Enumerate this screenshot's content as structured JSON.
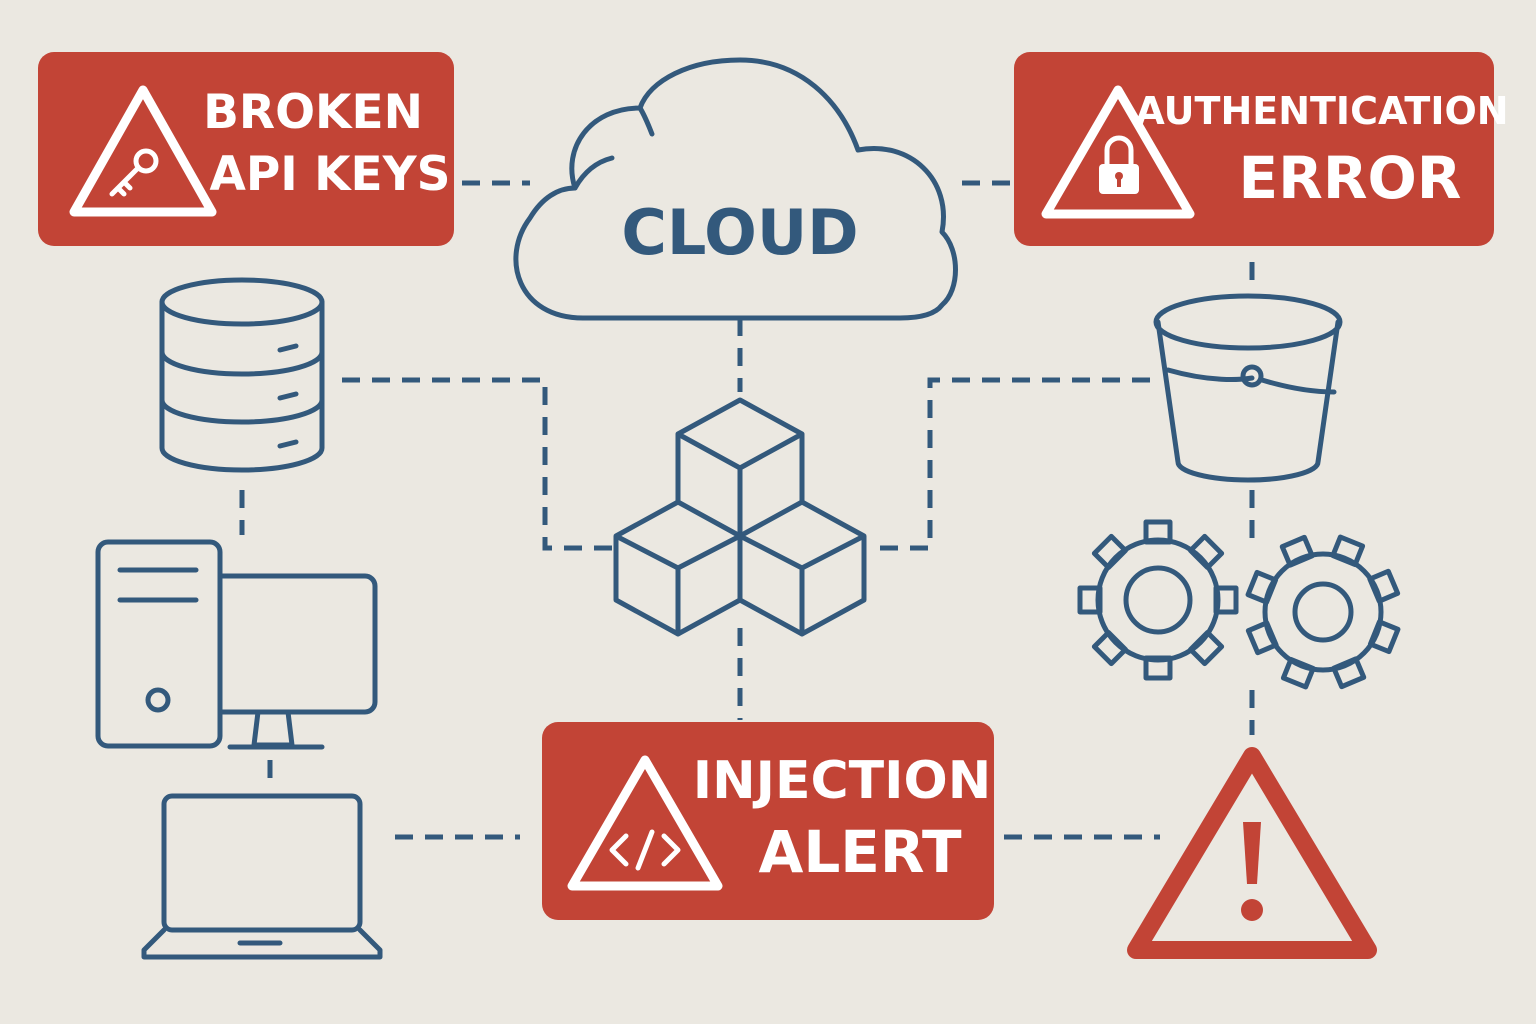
{
  "diagram": {
    "alerts": {
      "broken_api_keys": {
        "line1": "BROKEN",
        "line2": "API KEYS"
      },
      "authentication_error": {
        "line1": "AUTHENTICATION",
        "line2": "ERROR"
      },
      "injection_alert": {
        "line1": "INJECTION",
        "line2": "ALERT"
      }
    },
    "cloud": {
      "label": "CLOUD"
    }
  },
  "colors": {
    "background": "#ebe8e1",
    "alert_red": "#c24436",
    "icon_blue": "#33597c",
    "text_white": "#ffffff"
  },
  "icons": [
    "key-icon",
    "lock-icon",
    "code-icon",
    "warning-icon",
    "cloud-icon",
    "database-icon",
    "desktop-computer-icon",
    "laptop-icon",
    "storage-bucket-icon",
    "gears-icon",
    "cubes-icon"
  ]
}
